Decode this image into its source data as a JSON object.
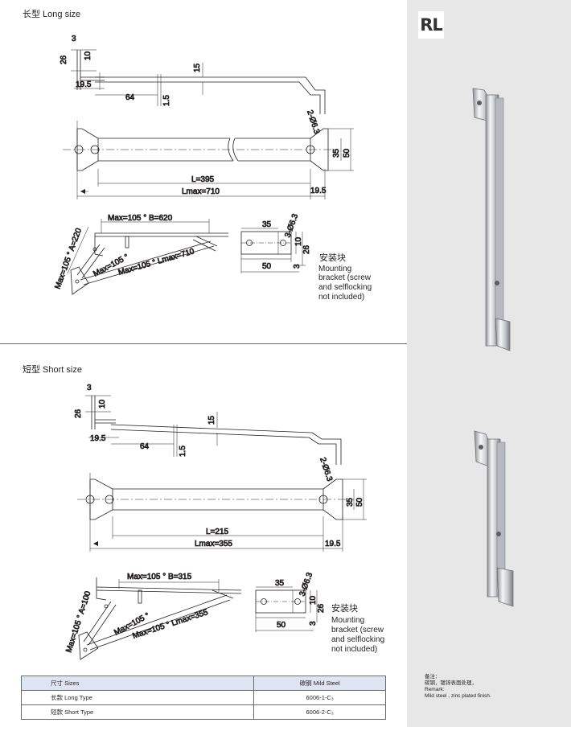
{
  "brand_badge": "RL",
  "long": {
    "title": "长型 Long size",
    "dims": {
      "d3": "3",
      "d26": "26",
      "d10": "10",
      "d19_5": "19.5",
      "d64": "64",
      "d15": "15",
      "d1_5": "1.5",
      "hole": "2-Ø6.3",
      "d35": "35",
      "d50": "50",
      "L": "L=395",
      "Lmax": "Lmax=710",
      "d19_5b": "19.5"
    },
    "open": {
      "maxB": "Max=105 ° B=620",
      "maxA": "Max=105 ° A=220",
      "max105": "Max=105 °",
      "maxL": "Max=105 ° Lmax=710"
    },
    "bracket": {
      "d35": "35",
      "hole": "3-Ø6.3",
      "d10": "10",
      "d26": "26",
      "d50": "50",
      "d3": "3"
    }
  },
  "short": {
    "title": "短型 Short size",
    "dims": {
      "d3": "3",
      "d26": "26",
      "d10": "10",
      "d19_5": "19.5",
      "d64": "64",
      "d15": "15",
      "d1_5": "1.5",
      "hole": "2-Ø6.3",
      "d35": "35",
      "d50": "50",
      "L": "L=215",
      "Lmax": "Lmax=355",
      "d19_5b": "19.5"
    },
    "open": {
      "maxB": "Max=105 ° B=315",
      "maxA": "Max=105 ° A=100",
      "max105": "Max=105 °",
      "maxL": "Max=105 ° Lmax=355"
    },
    "bracket": {
      "d35": "35",
      "hole": "3-Ø6.3",
      "d10": "10",
      "d26": "26",
      "d50": "50",
      "d3": "3"
    }
  },
  "mounting": {
    "zh": "安装块",
    "en1": "Mounting",
    "en2": "bracket (screw",
    "en3": "and selflocking",
    "en4": "not included)"
  },
  "table": {
    "header": [
      "尺寸 Sizes",
      "碳钢 Mild Steel"
    ],
    "rows": [
      [
        "长款 Long Type",
        "6006-1-C₃"
      ],
      [
        "短款 Short Type",
        "6006-2-C₃"
      ]
    ]
  },
  "remark": {
    "zh1": "备注：",
    "zh2": "碳钢，镀锌表面处理，",
    "en1": "Remark:",
    "en2": "Mild steel , zinc plated finish."
  }
}
